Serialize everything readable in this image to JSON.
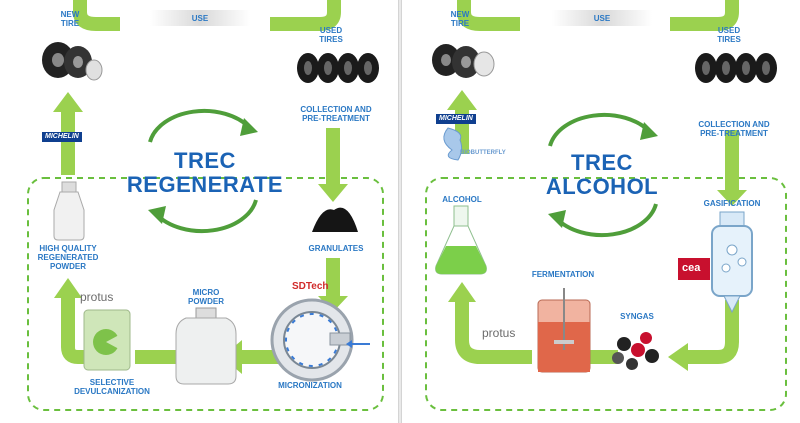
{
  "left": {
    "title_line1": "TREC",
    "title_line2": "REGENERATE",
    "use": "USE",
    "new_tire": "NEW\nTIRE",
    "used_tires": "USED\nTIRES",
    "collection": "COLLECTION AND\nPRE-TREATMENT",
    "granulates": "GRANULATES",
    "micronization": "MICRONIZATION",
    "micro_powder": "MICRO\nPOWDER",
    "selective": "SELECTIVE\nDEVULCANIZATION",
    "high_quality": "HIGH QUALITY\nREGENERATED\nPOWDER",
    "logo_michelin": "MICHELIN",
    "logo_sdtech": "SDTech",
    "logo_protous": "protus"
  },
  "right": {
    "title_line1": "TREC",
    "title_line2": "ALCOHOL",
    "use": "USE",
    "new_tire": "NEW\nTIRE",
    "used_tires": "USED\nTIRES",
    "collection": "COLLECTION AND\nPRE-TREATMENT",
    "gasification": "GASIFICATION",
    "syngas": "SYNGAS",
    "fermentation": "FERMENTATION",
    "alcohol": "ALCOHOL",
    "logo_michelin": "MICHELIN",
    "logo_biobutterfly": "BIOBUTTERFLY",
    "logo_cea": "cea",
    "logo_protous": "protus"
  },
  "colors": {
    "arrow_green": "#8cc63f",
    "loop_green": "#4f9e3a",
    "label_blue": "#2a78c4",
    "title_blue": "#1b63b5"
  }
}
